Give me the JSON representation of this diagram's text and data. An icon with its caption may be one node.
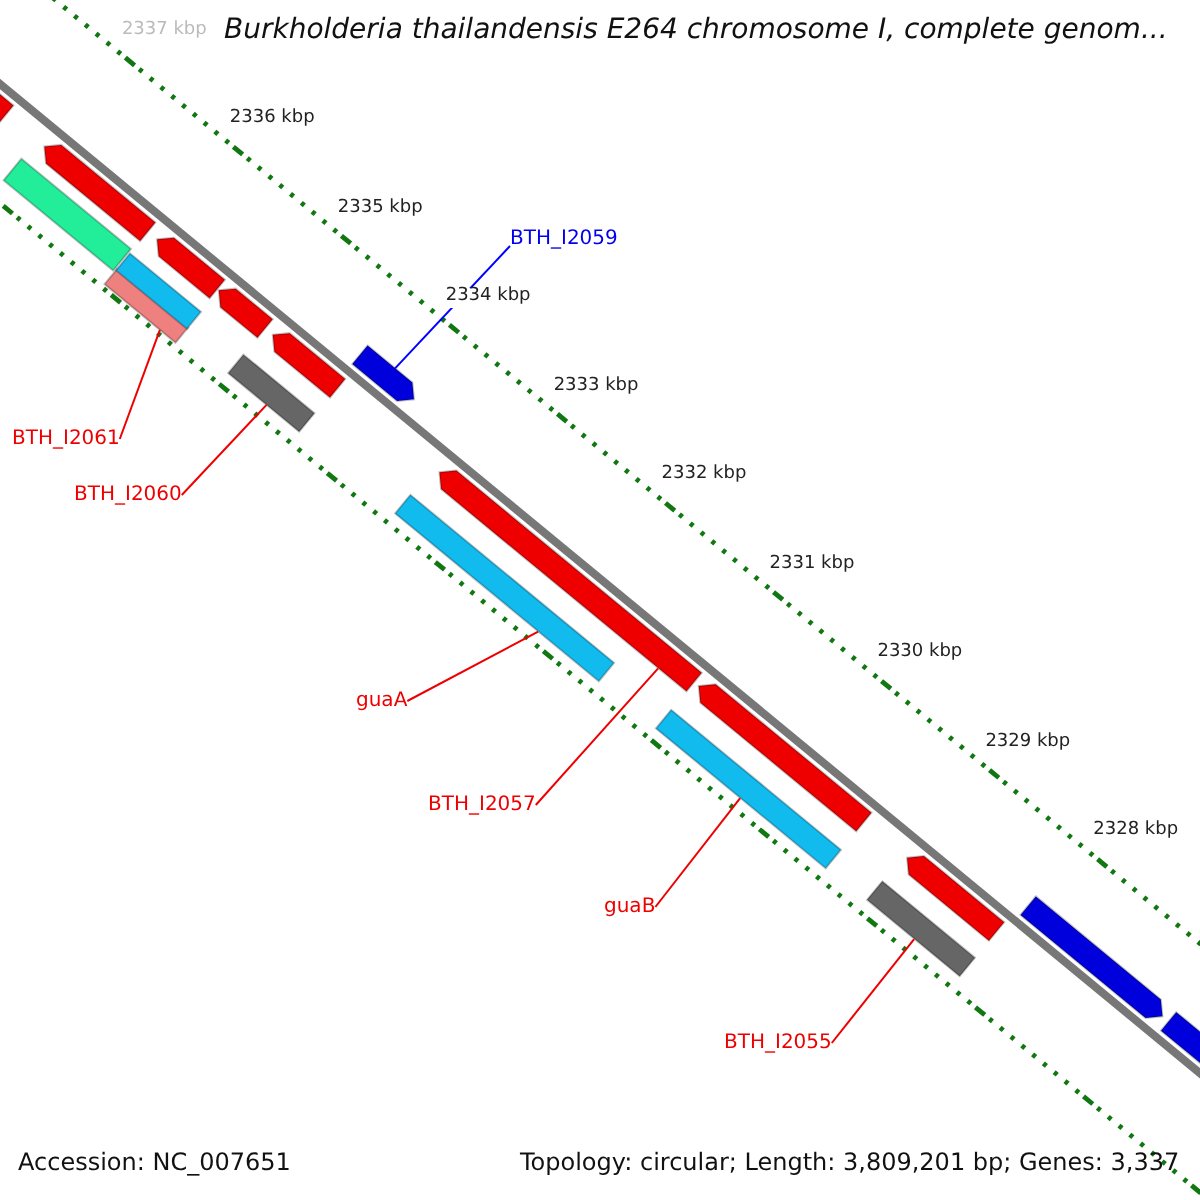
{
  "diagram": {
    "title": "Burkholderia thailandensis E264 chromosome I, complete genom...",
    "nodes": [
      {
        "text": [
          "BTH_I2059"
        ]
      },
      {
        "text": [
          "BTH_I2061"
        ]
      },
      {
        "text": [
          "BTH_I2060"
        ]
      },
      {
        "text": [
          "guaA"
        ]
      },
      {
        "text": [
          "BTH_I2057"
        ]
      },
      {
        "text": [
          "guaB"
        ]
      },
      {
        "text": [
          "BTH_I2055"
        ]
      },
      {
        "text": [],
        "shape": "pentagon"
      },
      {
        "text": [],
        "shape": "bar"
      },
      {
        "text": [],
        "shape": "pentagon"
      },
      {
        "text": [],
        "shape": "bar"
      },
      {
        "text": [],
        "shape": "bar"
      },
      {
        "text": [],
        "shape": "pentagon"
      },
      {
        "text": [],
        "shape": "pentagon"
      },
      {
        "text": [],
        "shape": "bar"
      },
      {
        "text": [],
        "shape": "pentagon"
      },
      {
        "text": [],
        "shape": "pentagon"
      },
      {
        "text": [],
        "shape": "bar"
      },
      {
        "text": [],
        "shape": "pentagon"
      },
      {
        "text": [],
        "shape": "bar"
      },
      {
        "text": [],
        "shape": "pentagon"
      },
      {
        "text": [],
        "shape": "bar"
      },
      {
        "text": [],
        "shape": "pentagon"
      },
      {
        "text": [],
        "shape": "pentagon"
      },
      {
        "text": [],
        "shape": "pentagon"
      }
    ],
    "edges": [
      {
        "from": 0,
        "to": 16,
        "arrow": "none",
        "color": "#0000ff"
      },
      {
        "from": 1,
        "to": 10,
        "arrow": "none"
      },
      {
        "from": 2,
        "to": 14,
        "arrow": "none"
      },
      {
        "from": 3,
        "to": 17,
        "arrow": "none"
      },
      {
        "from": 4,
        "to": 18,
        "arrow": "none"
      },
      {
        "from": 5,
        "to": 19,
        "arrow": "none"
      },
      {
        "from": 6,
        "to": 21,
        "arrow": "none"
      }
    ],
    "labels": [
      "2337 kbp",
      "2336 kbp",
      "2335 kbp",
      "2334 kbp",
      "2333 kbp",
      "2332 kbp",
      "2331 kbp",
      "2330 kbp",
      "2329 kbp",
      "2328 kbp",
      "Accession: NC_007651",
      "Topology: circular; Length: 3,809,201 bp; Genes: 3,337"
    ]
  }
}
